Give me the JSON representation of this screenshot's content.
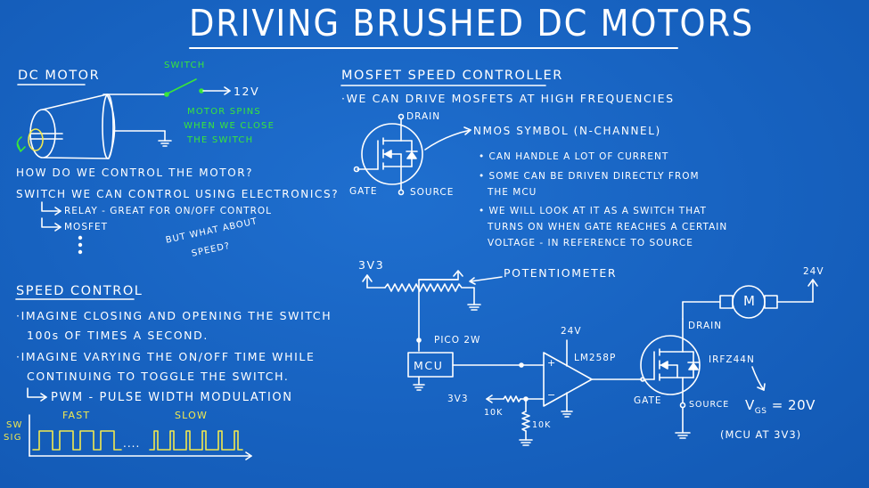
{
  "title": "DRIVING BRUSHED DC MOTORS",
  "dc_motor": {
    "heading": "DC MOTOR",
    "switch_label": "SWITCH",
    "voltage": "12V",
    "note_line1": "MOTOR SPINS",
    "note_line2": "WHEN WE CLOSE",
    "note_line3": "THE SWITCH",
    "question1": "HOW DO WE CONTROL THE MOTOR?",
    "question2": "SWITCH WE CAN CONTROL USING ELECTRONICS?",
    "option_relay": "RELAY - GREAT FOR ON/OFF CONTROL",
    "option_mosfet": "MOSFET",
    "speed_q1": "BUT WHAT ABOUT",
    "speed_q2": "SPEED?"
  },
  "speed_control": {
    "heading": "SPEED CONTROL",
    "line1": "·IMAGINE CLOSING AND OPENING THE SWITCH",
    "line2": "100s OF TIMES A SECOND.",
    "line3": "·IMAGINE VARYING THE ON/OFF TIME WHILE",
    "line4": "CONTINUING TO TOGGLE THE SWITCH.",
    "pwm": "PWM - PULSE WIDTH MODULATION",
    "fast": "FAST",
    "slow": "SLOW",
    "sw": "SW",
    "sig": "SIG",
    "dots": "...."
  },
  "mosfet": {
    "heading": "MOSFET SPEED CONTROLLER",
    "line1": "·WE CAN DRIVE MOSFETS AT HIGH FREQUENCIES",
    "drain": "DRAIN",
    "gate": "GATE",
    "source": "SOURCE",
    "nmos": "NMOS SYMBOL (N-CHANNEL)",
    "bullet1": "• CAN HANDLE A LOT OF CURRENT",
    "bullet2a": "• SOME CAN BE DRIVEN DIRECTLY FROM",
    "bullet2b": "THE MCU",
    "bullet3a": "• WE WILL LOOK AT IT AS A SWITCH THAT",
    "bullet3b": "TURNS ON WHEN GATE REACHES A CERTAIN",
    "bullet3c": "VOLTAGE - IN REFERENCE TO SOURCE"
  },
  "circuit": {
    "v3v3_top": "3V3",
    "potentiometer": "POTENTIOMETER",
    "pico": "PICO 2W",
    "mcu": "MCU",
    "v24_opamp": "24V",
    "opamp": "LM258P",
    "v3v3_bottom": "3V3",
    "r10k_a": "10K",
    "r10k_b": "10K",
    "plus": "+",
    "minus": "−",
    "v24_motor": "24V",
    "motor": "M",
    "drain": "DRAIN",
    "mosfet_part": "IRFZ44N",
    "gate": "GATE",
    "source": "SOURCE",
    "vgs_prefix": "V",
    "vgs_sub": "GS",
    "vgs_value": " = 20V",
    "mcu_note": "(MCU AT 3V3)"
  }
}
